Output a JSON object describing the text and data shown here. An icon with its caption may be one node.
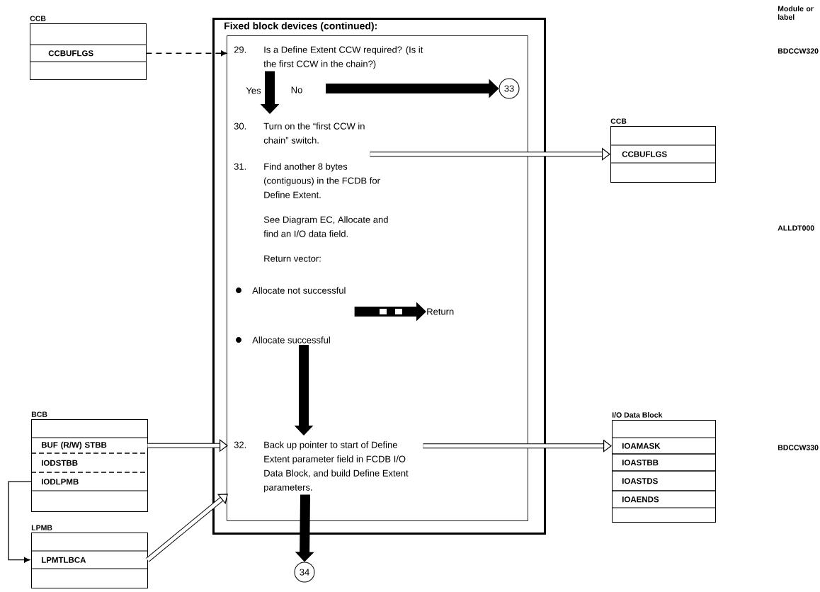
{
  "diagram": {
    "nodes": [
      {
        "text": [
          "CCB"
        ]
      },
      {
        "text": [
          "CCBUFLGS"
        ],
        "in": 0
      },
      {
        "text": [
          "Fixed block devices (continued):"
        ]
      },
      {
        "text": [],
        "shape": "box",
        "in": 2
      },
      {
        "text": [
          "29.",
          "Is a Define Extent CCW required? (Is it the first CCW in the chain?)"
        ],
        "in": 3
      },
      {
        "text": [
          "33"
        ],
        "in": 3
      },
      {
        "text": [
          "30.",
          "Turn on the “first CCW in chain” switch."
        ],
        "in": 3
      },
      {
        "text": [
          "31.",
          "Find another 8 bytes (contiguous) in the FCDB for Define Extent.",
          "See Diagram EC, Allocate and find an I/O data field.",
          "Return vector:"
        ],
        "in": 3
      },
      {
        "text": [
          "Allocate not successful"
        ],
        "in": 3
      },
      {
        "text": [
          "Return"
        ],
        "in": 3
      },
      {
        "text": [
          "Allocate successful"
        ],
        "in": 3
      },
      {
        "text": [
          "32.",
          "Back up pointer to start of Define Extent parameter field in FCDB I/O Data Block, and build Define Extent parameters."
        ],
        "in": 3
      },
      {
        "text": [
          "34"
        ]
      },
      {
        "text": [
          "CCB"
        ]
      },
      {
        "text": [
          "CCBUFLGS"
        ],
        "in": 13
      },
      {
        "text": [
          "BCB"
        ]
      },
      {
        "text": [
          "BUF (R/W) STBB"
        ],
        "in": 15
      },
      {
        "text": [
          "IODSTBB"
        ],
        "in": 15
      },
      {
        "text": [
          "IODLPMB"
        ],
        "in": 15
      },
      {
        "text": [
          "LPMB"
        ]
      },
      {
        "text": [
          "LPMTLBCA"
        ],
        "in": 19
      },
      {
        "text": [
          "I/O Data Block"
        ]
      },
      {
        "text": [
          "IOAMASK"
        ],
        "in": 21
      },
      {
        "text": [
          "IOASTBB"
        ],
        "in": 21
      },
      {
        "text": [
          "IOASTDS"
        ],
        "in": 21
      },
      {
        "text": [
          "IOAENDS"
        ],
        "in": 21
      }
    ],
    "edges": [
      {
        "from": 1,
        "to": 4,
        "arrow": "to",
        "style": "dashed"
      },
      {
        "from": 4,
        "to": 6,
        "arrow": "to",
        "label": "Yes",
        "style": "thick"
      },
      {
        "from": 4,
        "to": 5,
        "arrow": "to",
        "label": "No",
        "style": "thick"
      },
      {
        "from": 6,
        "to": 14,
        "arrow": "to"
      },
      {
        "from": 8,
        "to": 9,
        "arrow": "to",
        "style": "thick"
      },
      {
        "from": 10,
        "to": 11,
        "arrow": "to",
        "style": "thick"
      },
      {
        "from": 11,
        "to": 12,
        "arrow": "to",
        "style": "thick"
      },
      {
        "from": 11,
        "to": 22,
        "arrow": "to"
      },
      {
        "from": 16,
        "to": 11,
        "arrow": "to"
      },
      {
        "from": 20,
        "to": 11,
        "arrow": "to"
      },
      {
        "from": 18,
        "to": 20,
        "arrow": "to"
      }
    ],
    "labels": [
      "Module or label",
      "BDCCW320",
      "ALLDT000",
      "BDCCW330"
    ]
  }
}
